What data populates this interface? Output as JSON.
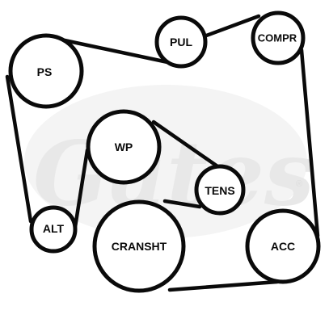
{
  "labels": {
    "ps": "PS",
    "pul": "PUL",
    "compr": "COMPR",
    "wp": "WP",
    "tens": "TENS",
    "alt": "ALT",
    "cransht": "CRANSHT",
    "acc": "ACC"
  },
  "watermark": {
    "logo_text": "Gates",
    "registered_mark": "®"
  },
  "colors": {
    "belt": "#0a0a0a",
    "pulley_fill": "#ffffff",
    "watermark": "#ececec"
  }
}
